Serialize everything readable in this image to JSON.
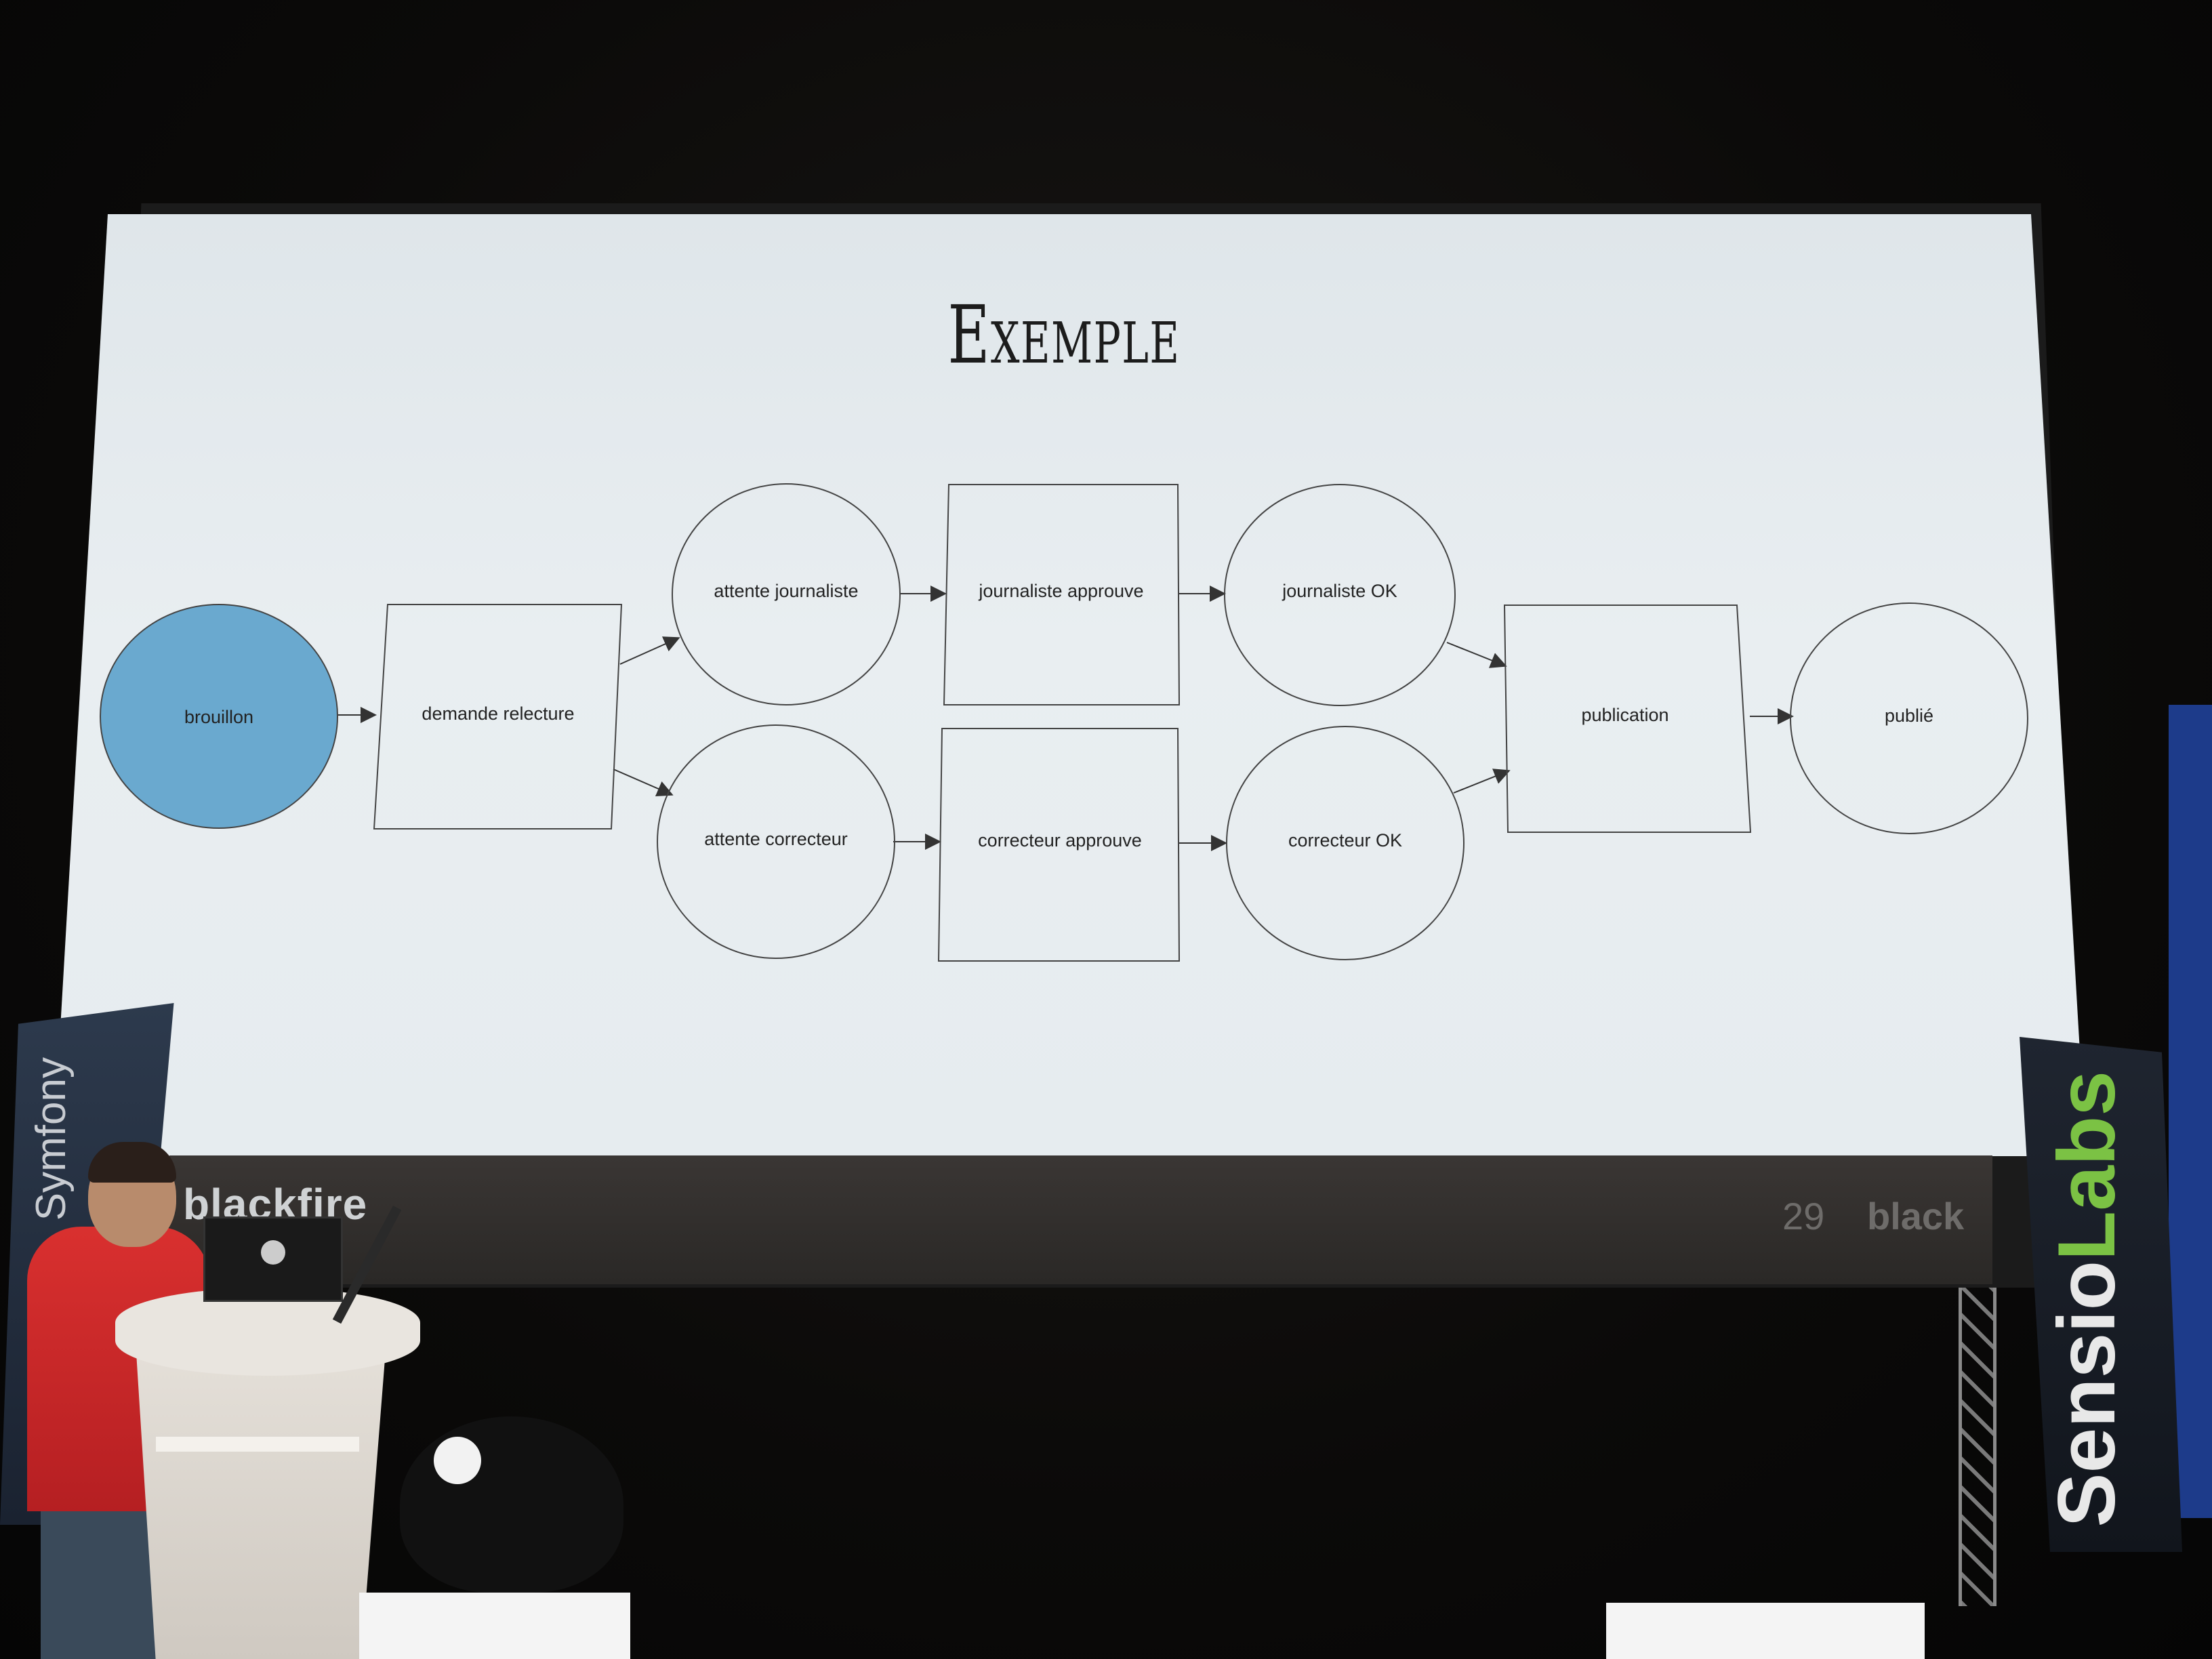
{
  "slide": {
    "title": "Exemple",
    "footer_brand": "blackfire",
    "page_number": "29",
    "footer_brand_right": "black"
  },
  "diagram": {
    "nodes": [
      {
        "id": "brouillon",
        "label": "brouillon",
        "shape": "circle",
        "highlight": true
      },
      {
        "id": "demande",
        "label": "demande relecture",
        "shape": "square"
      },
      {
        "id": "attente_journaliste",
        "label": "attente journaliste",
        "shape": "circle"
      },
      {
        "id": "attente_correcteur",
        "label": "attente correcteur",
        "shape": "circle"
      },
      {
        "id": "journaliste_approuve",
        "label": "journaliste approuve",
        "shape": "square"
      },
      {
        "id": "correcteur_approuve",
        "label": "correcteur approuve",
        "shape": "square"
      },
      {
        "id": "journaliste_ok",
        "label": "journaliste OK",
        "shape": "circle"
      },
      {
        "id": "correcteur_ok",
        "label": "correcteur OK",
        "shape": "circle"
      },
      {
        "id": "publication",
        "label": "publication",
        "shape": "square"
      },
      {
        "id": "publie",
        "label": "publié",
        "shape": "circle"
      }
    ],
    "highlight_color": "#6aa9cf"
  },
  "stage": {
    "left_banner_text": "Symfony",
    "right_banner_text_1": "Sensio",
    "right_banner_text_2": "Labs",
    "right_banner_accent": "#7bc244"
  }
}
